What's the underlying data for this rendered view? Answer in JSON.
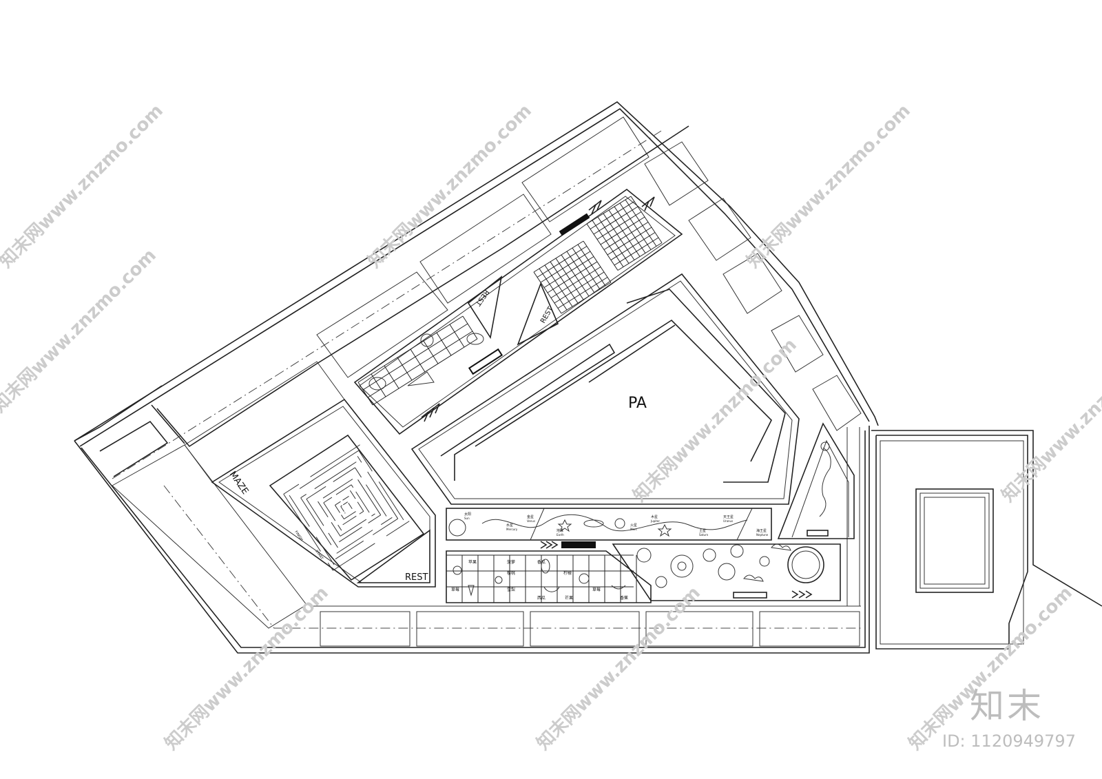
{
  "plan": {
    "labels": {
      "parking": "PA",
      "maze": "MAZE",
      "rest_left": "REST",
      "rest_mid": "REST",
      "rest_top": "REST",
      "finish": "FINISH",
      "start": "START"
    },
    "planets": {
      "sun": "太阳",
      "sun_en": "Sun",
      "mercury": "水星",
      "mercury_en": "Mercury",
      "venus": "金星",
      "venus_en": "Venus",
      "earth": "地球",
      "earth_en": "Earth",
      "mars": "火星",
      "mars_en": "Mars",
      "jupiter": "木星",
      "jupiter_en": "Jupiter",
      "saturn": "土星",
      "saturn_en": "Saturn",
      "uranus": "天王星",
      "uranus_en": "Uranus",
      "neptune": "海王星",
      "neptune_en": "Neptune"
    },
    "fruits": {
      "apple": "苹果",
      "pineapple": "菠萝",
      "cherry": "樱桃",
      "lemon": "柠檬",
      "strawberry": "草莓",
      "pear": "雪梨",
      "watermelon": "西瓜",
      "mango": "芒果",
      "banana": "香蕉",
      "strawberry2": "草莓",
      "cantaloupe": "香瓜"
    }
  },
  "watermark": {
    "text": "知末网www.znzmo.com",
    "brand": "知末",
    "id": "ID: 1120949797"
  }
}
